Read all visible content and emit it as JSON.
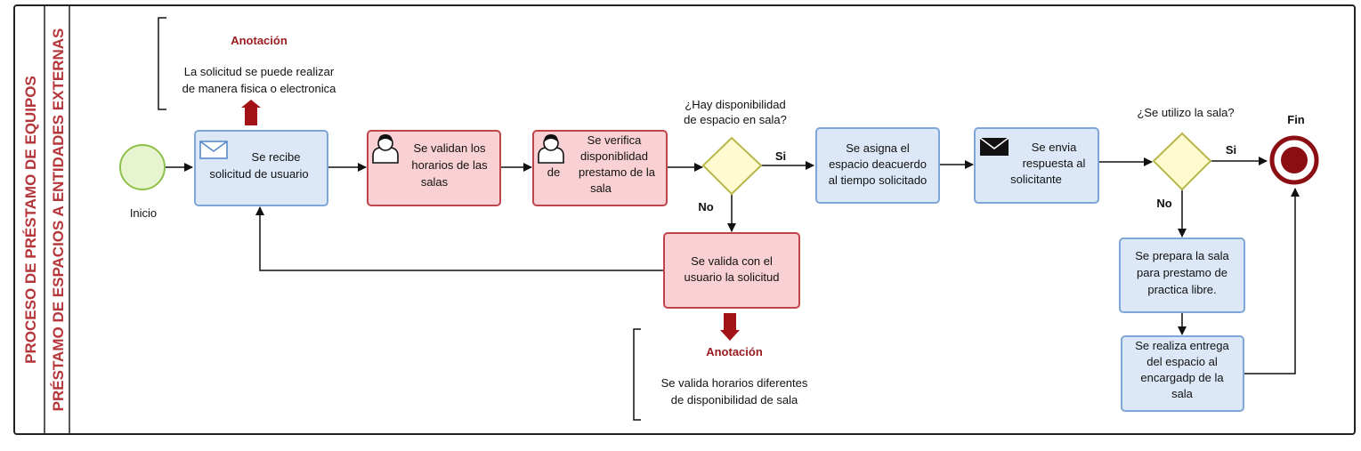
{
  "pool": {
    "title": "PROCESO DE PRÉSTAMO DE EQUIPOS",
    "lane_title": "PRÉSTAMO DE ESPACIOS A ENTIDADES EXTERNAS"
  },
  "events": {
    "start_label": "Inicio",
    "end_label": "Fin"
  },
  "tasks": {
    "receive": [
      "Se recibe",
      "solicitud de usuario"
    ],
    "validate_schedules": [
      "Se validan los",
      "horarios de las",
      "salas"
    ],
    "verify_prefix": "de",
    "verify": [
      "Se verifica",
      "disponiblidad",
      "prestamo de la",
      "sala"
    ],
    "assign": [
      "Se asigna el",
      "espacio deacuerdo",
      "al tiempo solicitado"
    ],
    "send": [
      "Se envia",
      "respuesta al",
      "solicitante"
    ],
    "validate_user": [
      "Se valida con el",
      "usuario la solicitud"
    ],
    "prepare": [
      "Se prepara la sala",
      "para prestamo de",
      "practica libre."
    ],
    "deliver": [
      "Se realiza entrega",
      "del espacio al",
      "encargadp de la",
      "sala"
    ]
  },
  "gateways": {
    "availability_question": [
      "¿Hay disponibilidad",
      "de espacio en sala?"
    ],
    "used_question": "¿Se utilizo la sala?",
    "yes": "Si",
    "no": "No"
  },
  "annotations": {
    "top_title": "Anotación",
    "top_text": [
      "La solicitud se puede realizar",
      "de manera fisica o electronica"
    ],
    "bottom_title": "Anotación",
    "bottom_text": [
      "Se valida horarios diferentes",
      "de disponibilidad de sala"
    ]
  },
  "colors": {
    "blue_fill": "#dce8f7",
    "blue_stroke": "#7ea6d8",
    "red_fill": "#f9d0d3",
    "red_stroke": "#c0444c",
    "gateway_fill": "#fffbd0",
    "gateway_stroke": "#b8b84a",
    "start_fill": "#e6f5d0",
    "start_stroke": "#8cc04a",
    "end_color": "#8b0e12",
    "annotation_red": "#9b1b1f",
    "arrow_red": "#a31217",
    "lane_text": "#b5363a"
  }
}
